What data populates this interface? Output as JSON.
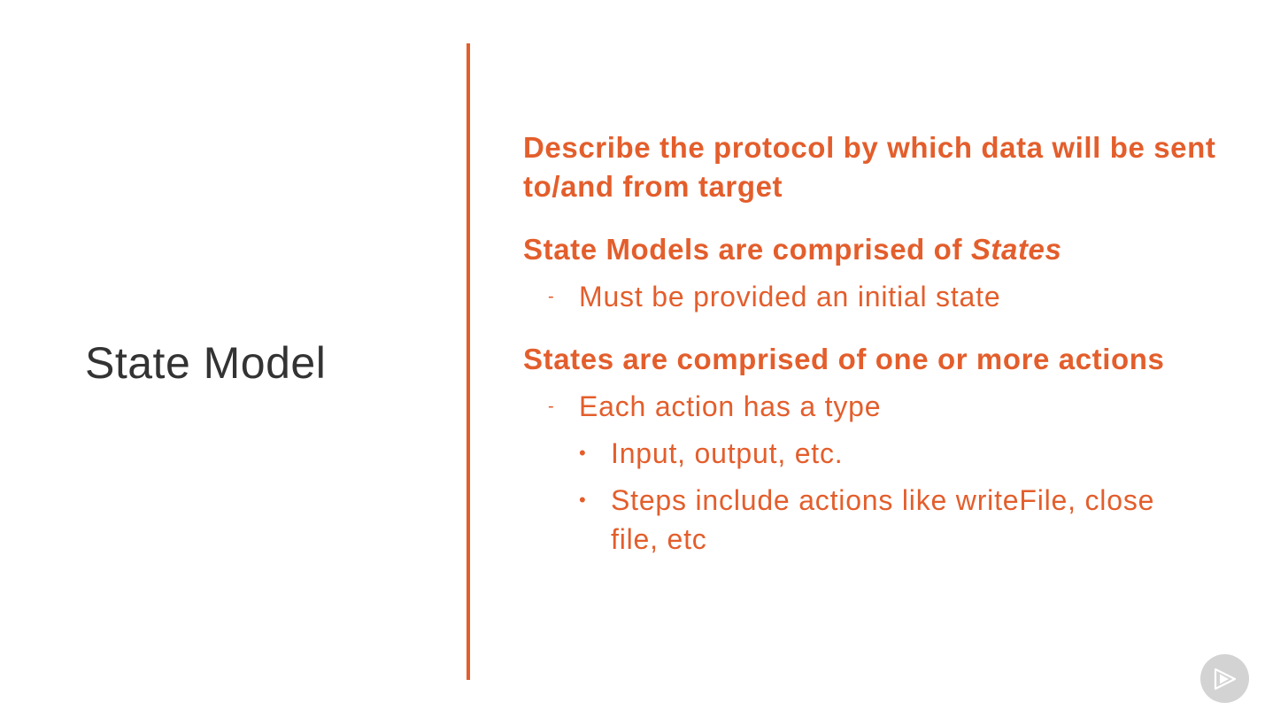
{
  "slide": {
    "title": "State Model",
    "accent_color": "#e35e2c",
    "title_color": "#333333"
  },
  "content": {
    "point1": "Describe the protocol by which data will be sent to/and from target",
    "point2_prefix": "State Models are comprised of ",
    "point2_emphasis": "States",
    "point2_sub1": "Must be provided an initial state",
    "point3": "States are comprised of one or more actions",
    "point3_sub1": "Each action has a type",
    "point3_sub1_items": [
      "Input, output, etc.",
      "Steps include actions like writeFile, close file, etc"
    ],
    "dash_marker": "-",
    "bullet_marker": "•"
  },
  "controls": {
    "logo_icon": "play-logo-icon"
  }
}
